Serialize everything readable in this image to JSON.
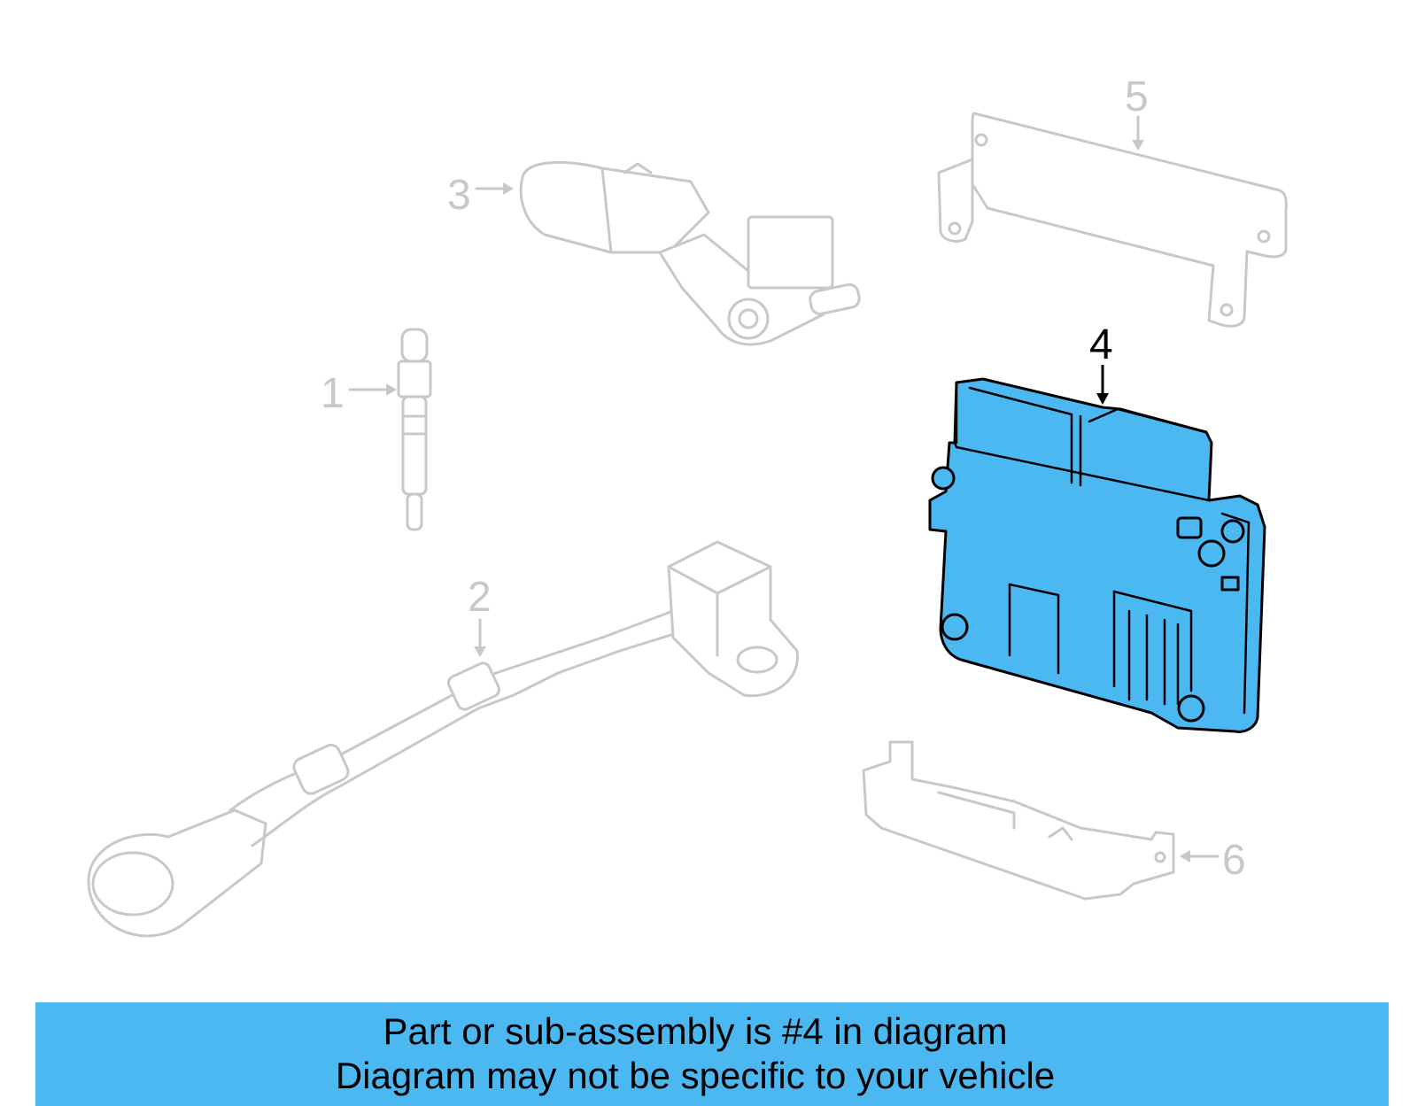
{
  "callouts": {
    "c1": "1",
    "c2": "2",
    "c3": "3",
    "c4": "4",
    "c5": "5",
    "c6": "6"
  },
  "banner": {
    "line1": "Part or sub-assembly is #4 in diagram",
    "line2": "Diagram may not be specific to your vehicle"
  },
  "colors": {
    "highlight": "#4cb8f2",
    "ghost": "#c8c8c8"
  },
  "highlighted_part": "4"
}
